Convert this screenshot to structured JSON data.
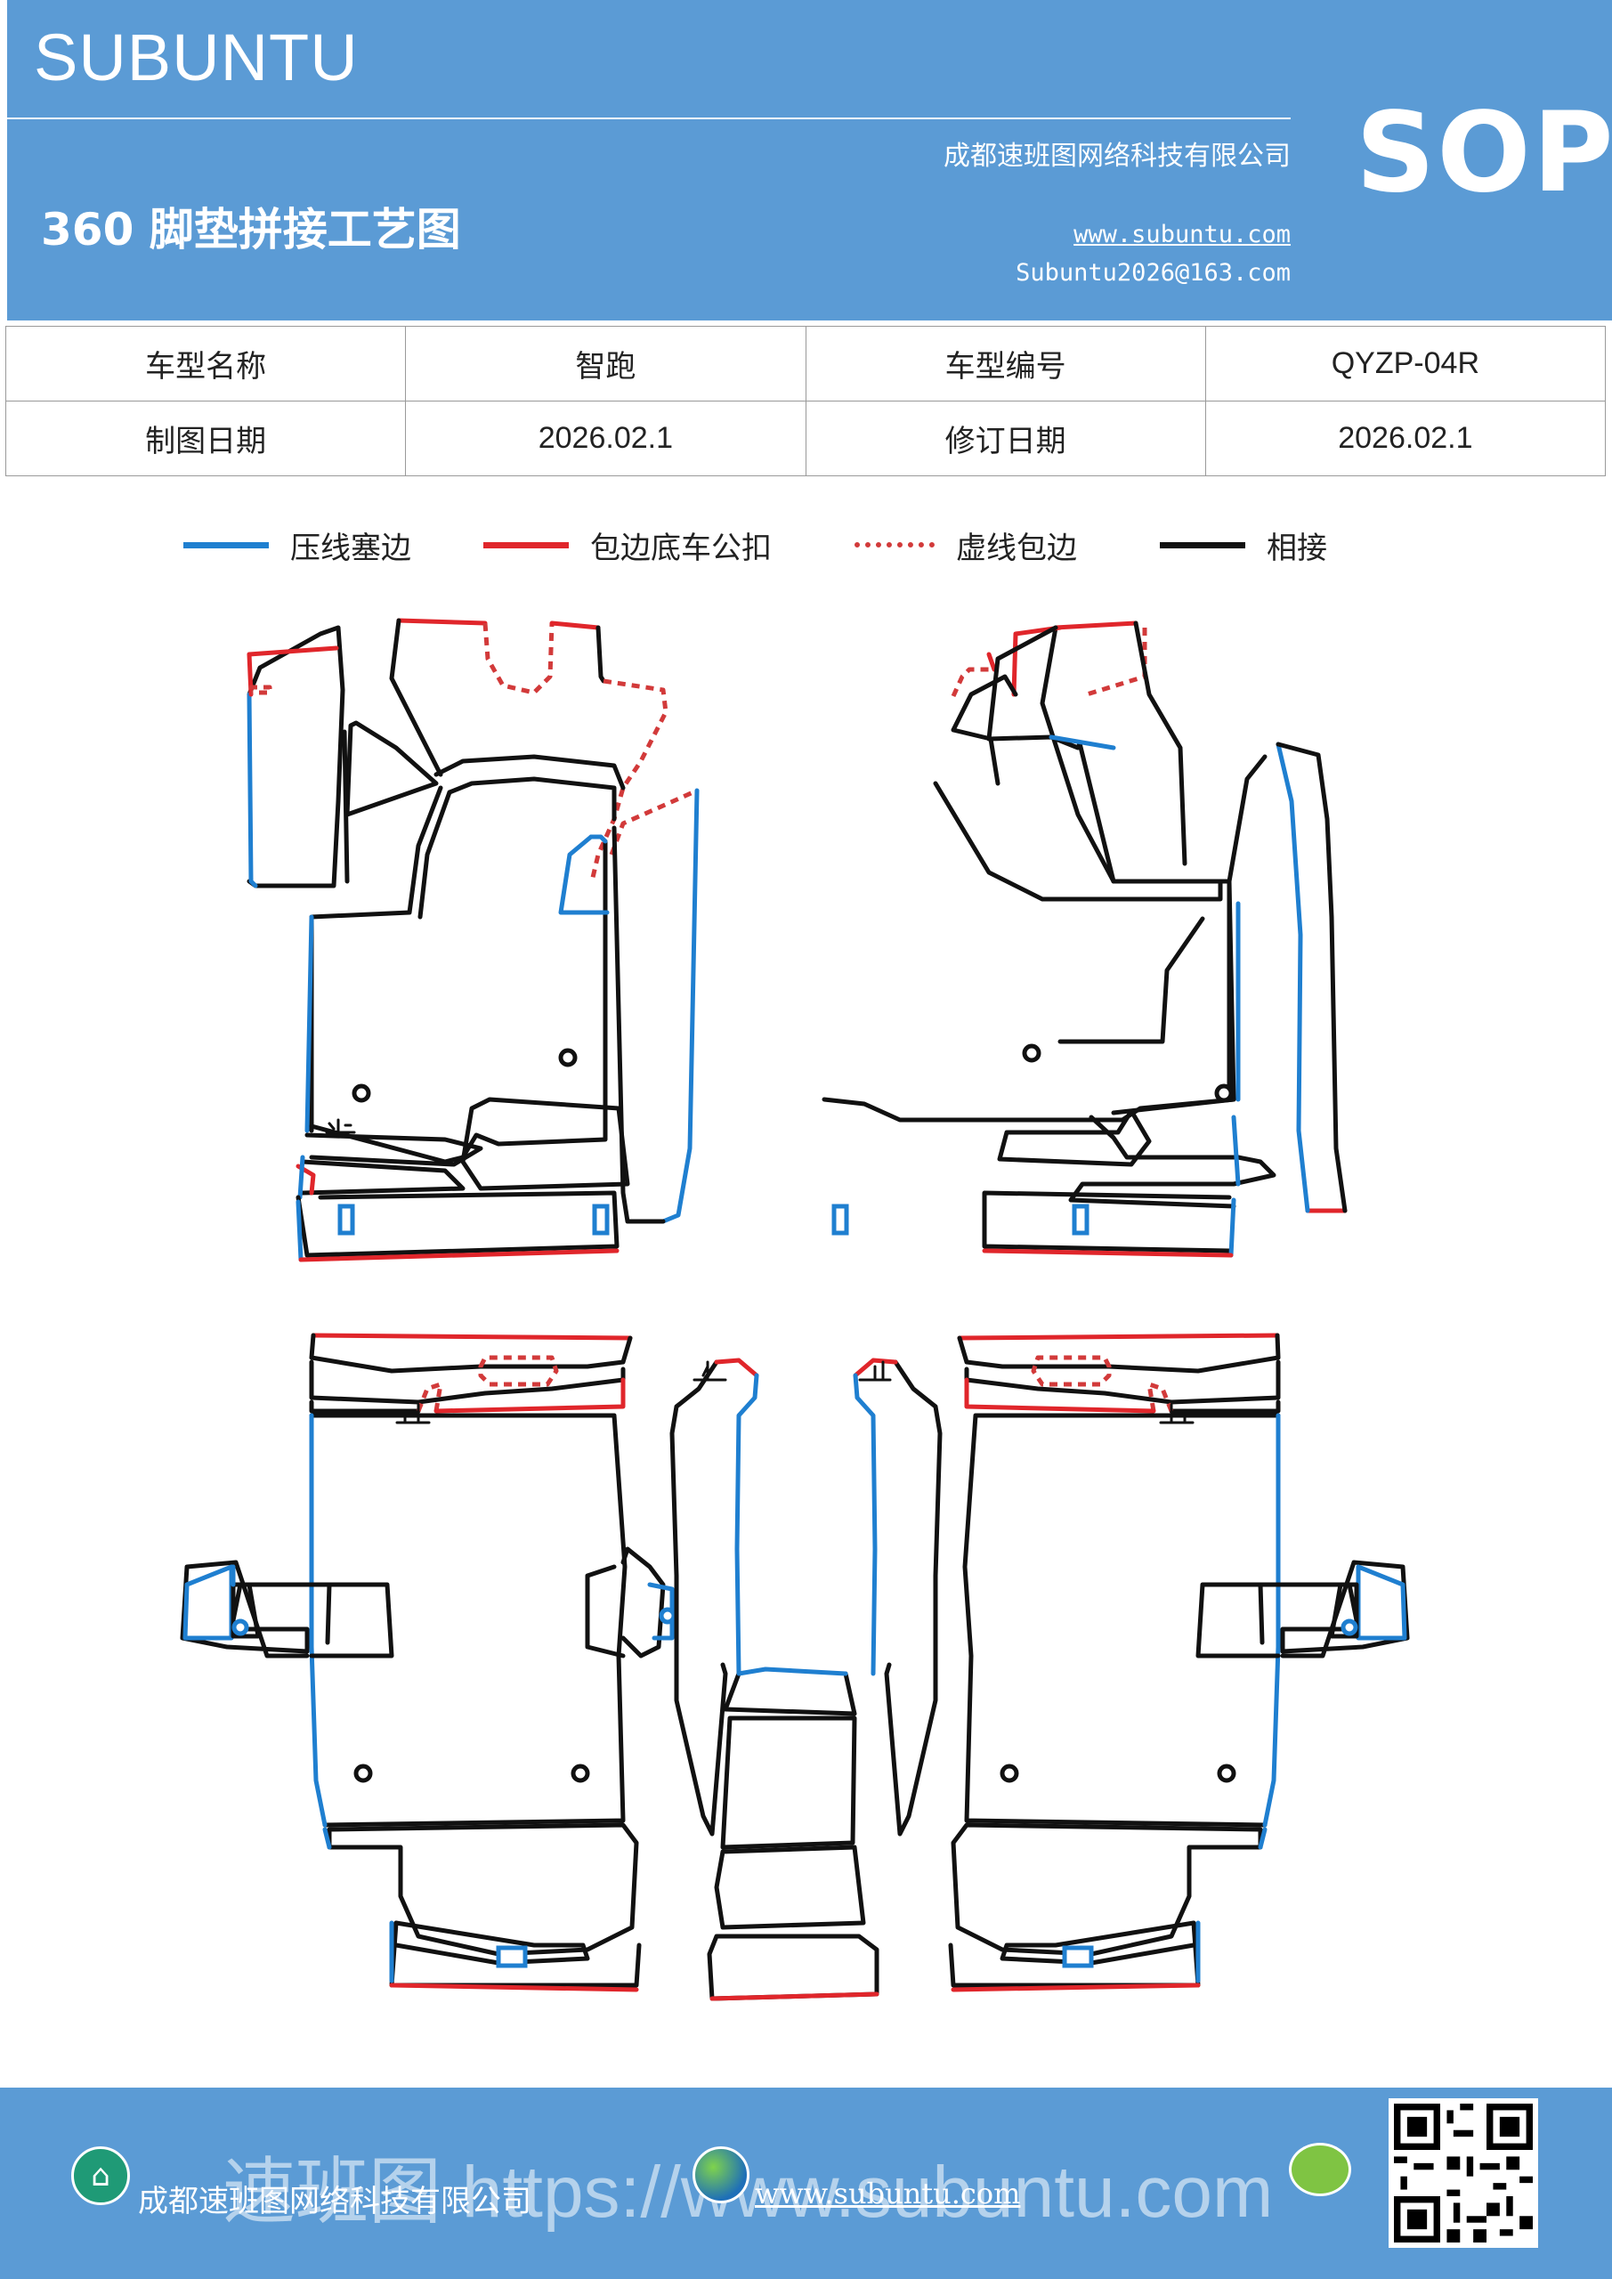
{
  "header": {
    "brand": "SUBUNTU",
    "badge": "SOP",
    "company": "成都速班图网络科技有限公司",
    "title": "360 脚垫拼接工艺图",
    "website": "www.subuntu.com",
    "email": "Subuntu2026@163.com"
  },
  "info_table": {
    "rows": [
      [
        "车型名称",
        "智跑",
        "车型编号",
        "QYZP-04R"
      ],
      [
        "制图日期",
        "2026.02.1",
        "修订日期",
        "2026.02.1"
      ]
    ]
  },
  "legend": [
    {
      "label": "压线塞边",
      "color": "#1f7fd0",
      "style": "solid"
    },
    {
      "label": "包边底车公扣",
      "color": "#e0262b",
      "style": "solid"
    },
    {
      "label": "虚线包边",
      "color": "#d23a3a",
      "style": "dashed"
    },
    {
      "label": "相接",
      "color": "#111111",
      "style": "solid"
    }
  ],
  "footer": {
    "company": "成都速班图网络科技有限公司",
    "website": "www.subuntu.com",
    "watermark": "速班图 https://www.subuntu.com"
  },
  "icons": {
    "company": "building-icon",
    "web": "globe-icon",
    "wechat": "wechat-icon",
    "qr": "qr-code"
  }
}
